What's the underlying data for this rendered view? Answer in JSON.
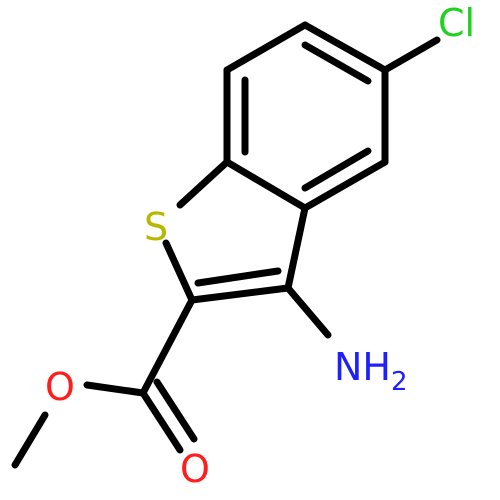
{
  "atoms": {
    "chlorine": {
      "label": "Cl",
      "color": "#1fd21f"
    },
    "sulfur": {
      "label": "S",
      "color": "#b8b800"
    },
    "amine_nitrogen": {
      "label": "NH",
      "subscript": "2",
      "color": "#1e1eff"
    },
    "ester_oxygen": {
      "label": "O",
      "color": "#ff1e1e"
    },
    "carbonyl_oxygen": {
      "label": "O",
      "color": "#ff1e1e"
    }
  }
}
